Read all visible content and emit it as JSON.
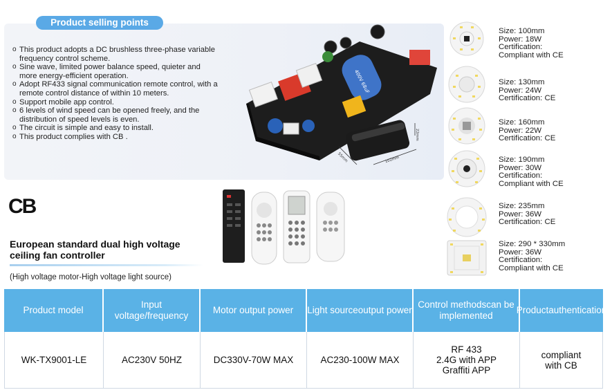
{
  "selling_points": {
    "title": "Product selling points",
    "bullets": [
      "This product adopts a DC brushless three-phase variable frequency control scheme.",
      "Sine wave, limited power balance speed, quieter and more energy-efficient operation.",
      "Adopt RF433 signal communication remote control, with a remote control distance of within 10 meters.",
      "Support mobile app control.",
      "6 levels of wind speed can be opened freely, and the distribution of speed levels is even.",
      "The circuit is simple and easy to install.",
      "This product complies with CB ."
    ]
  },
  "receiver_dims": {
    "height": "22mm",
    "length": "102mm",
    "width": "55mm"
  },
  "capacitor_label": "400V 68uF",
  "cb_logo": "CB",
  "product_heading": {
    "title_line1": "European standard dual high voltage",
    "title_line2": "ceiling fan controller",
    "subtitle": "(High voltage motor-High voltage light source)"
  },
  "light_sources": [
    {
      "size": "Size: 100mm",
      "power": "Power: 18W",
      "cert_label": "Certification:",
      "cert_value": "Compliant with CE"
    },
    {
      "size": "Size: 130mm",
      "power": "Power: 24W",
      "cert": "Certification: CE"
    },
    {
      "size": "Size: 160mm",
      "power": "Power: 22W",
      "cert": "Certification: CE"
    },
    {
      "size": "Size: 190mm",
      "power": "Power: 30W",
      "cert_label": "Certification:",
      "cert_value": "Compliant with CE"
    },
    {
      "size": "Size: 235mm",
      "power": "Power: 36W",
      "cert": "Certification: CE"
    },
    {
      "size": "Size: 290 * 330mm",
      "power": "Power: 36W",
      "cert_label": "Certification:",
      "cert_value": "Compliant with CE"
    }
  ],
  "table": {
    "headers": [
      [
        "Product model"
      ],
      [
        "Input voltage/",
        "frequency"
      ],
      [
        "Motor output power"
      ],
      [
        "Light source",
        "output power"
      ],
      [
        "Control methods",
        "can be implemented"
      ],
      [
        "Product",
        "authentication"
      ]
    ],
    "row": {
      "model": "WK-TX9001-LE",
      "input": "AC230V 50HZ",
      "motor": "DC330V-70W MAX",
      "light": "AC230-100W MAX",
      "control": [
        "RF 433",
        "2.4G with APP",
        "Graffiti APP"
      ],
      "auth": [
        "compliant",
        "with CB"
      ]
    }
  },
  "colors": {
    "accent": "#5ab2e6",
    "pill": "#5aa9e6"
  }
}
